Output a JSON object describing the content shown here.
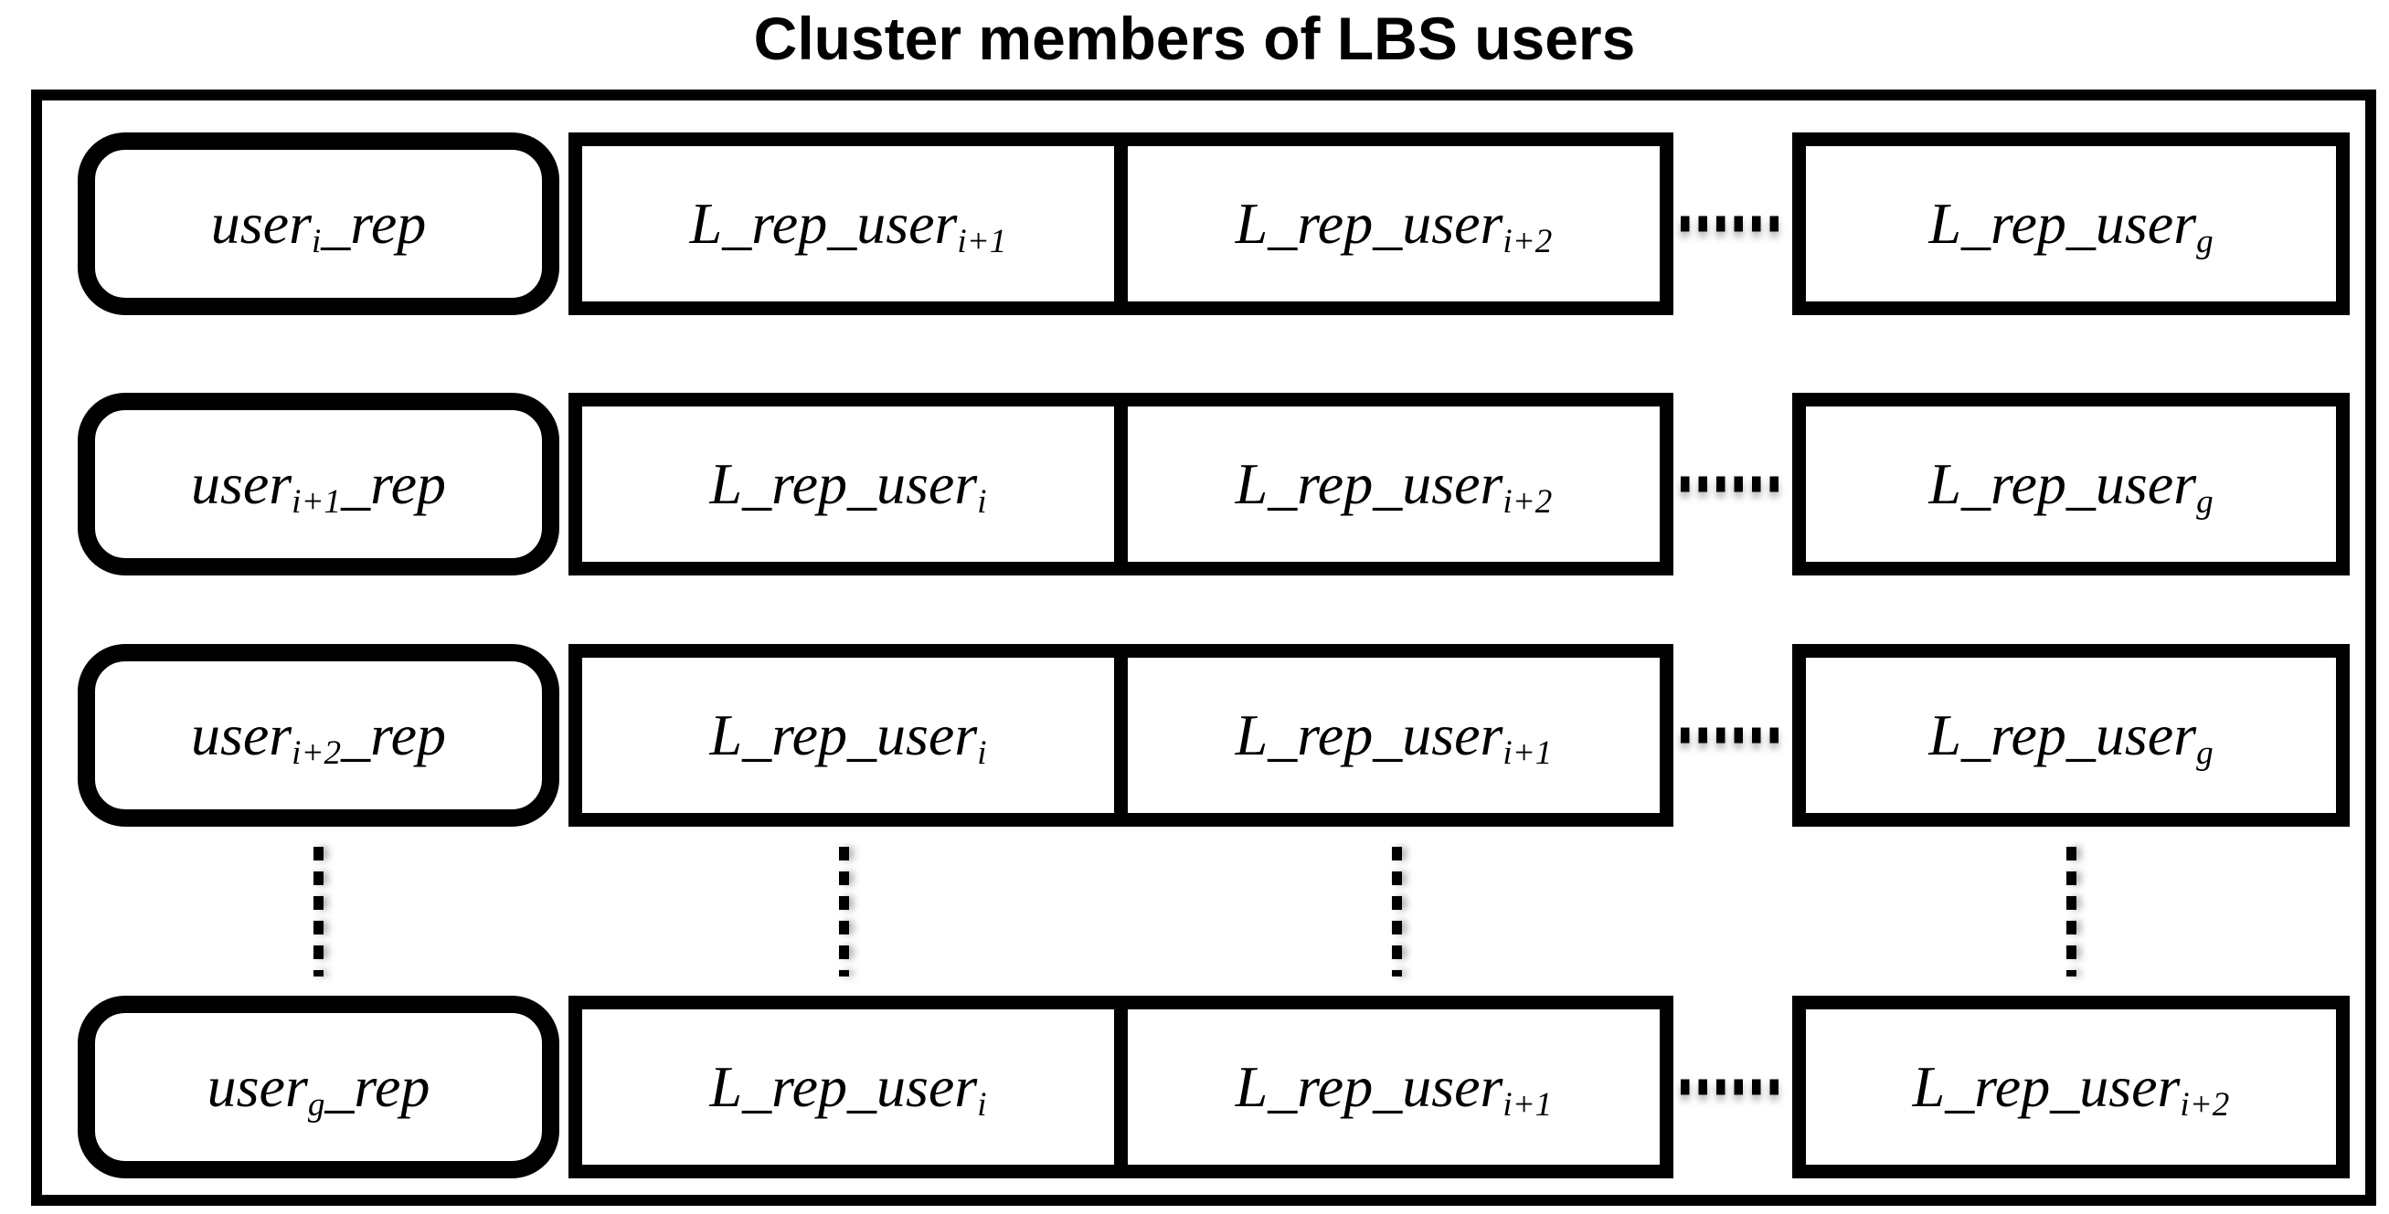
{
  "title": "Cluster members of LBS users",
  "colors": {
    "ink": "#000000",
    "background": "#ffffff"
  },
  "diagram": {
    "subscript_syntax": "curly braces mark subscript segments",
    "rows": [
      {
        "rep": "user{i}_rep",
        "members": [
          "L_rep_user{i+1}",
          "L_rep_user{i+2}",
          "L_rep_user{g}"
        ]
      },
      {
        "rep": "user{i+1}_rep",
        "members": [
          "L_rep_user{i}",
          "L_rep_user{i+2}",
          "L_rep_user{g}"
        ]
      },
      {
        "rep": "user{i+2}_rep",
        "members": [
          "L_rep_user{i}",
          "L_rep_user{i+1}",
          "L_rep_user{g}"
        ]
      },
      {
        "rep": "user{g}_rep",
        "members": [
          "L_rep_user{i}",
          "L_rep_user{i+1}",
          "L_rep_user{i+2}"
        ]
      }
    ]
  }
}
